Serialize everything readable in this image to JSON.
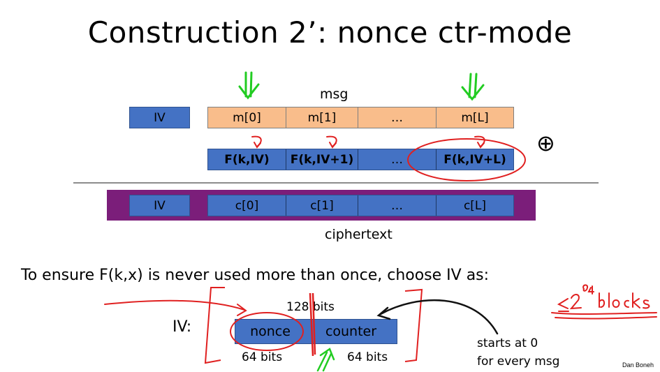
{
  "title": "Construction 2’:  nonce ctr-mode",
  "msg_label": "msg",
  "iv_top": "IV",
  "msg_blocks": [
    "m[0]",
    "m[1]",
    "…",
    "m[L]"
  ],
  "prf_blocks": [
    "F(k,IV)",
    "F(k,IV+1)",
    "…",
    "F(k,IV+L)"
  ],
  "xor_symbol": "⊕",
  "iv_cipher": "IV",
  "cipher_blocks": [
    "c[0]",
    "c[1]",
    "…",
    "c[L]"
  ],
  "ciphertext_label": "ciphertext",
  "ensure_text": "To ensure  F(k,x)  is never used more than once, choose IV as:",
  "iv_label": "IV:",
  "bits_128": "128 bits",
  "nonce_label": "nonce",
  "counter_label": "counter",
  "bits_64_left": "64 bits",
  "bits_64_right": "64 bits",
  "starts_line1": "starts at 0",
  "starts_line2": "for every msg",
  "handwritten_note": "≤2^64 blocks",
  "author": "Dan Boneh",
  "colors": {
    "msg_fill": "#F9BD8B",
    "block_fill": "#4472C4",
    "cipher_band": "#7B1E7A",
    "annotation_red": "#E02020",
    "annotation_green": "#22CC22"
  }
}
